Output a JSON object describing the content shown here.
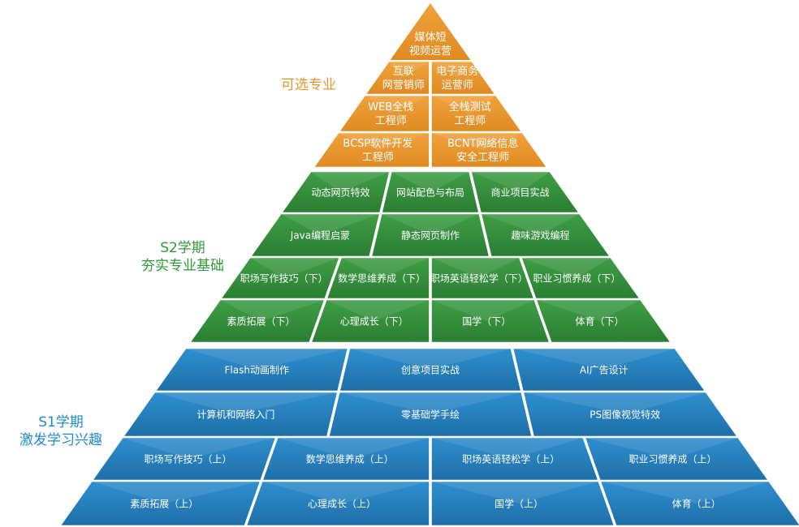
{
  "colors": {
    "orange": "#f0a23c",
    "orange_dark": "#e08a22",
    "green": "#3f9e45",
    "green_dark": "#2a7e33",
    "blue": "#2f8fcf",
    "blue_dark": "#1e6fa8",
    "orange_label": "#e8962c",
    "green_label": "#2f9a3a",
    "blue_label": "#1f8bcc"
  },
  "labels": {
    "orange": [
      "可选专业"
    ],
    "green": [
      "S2学期",
      "夯实专业基础"
    ],
    "blue": [
      "S1学期",
      "激发学习兴趣"
    ]
  },
  "rows": [
    {
      "color": "orange",
      "cells": [
        [
          "媒体短",
          "视频运营"
        ]
      ]
    },
    {
      "color": "orange",
      "cells": [
        [
          "互联",
          "网营销师"
        ],
        [
          "电子商务",
          "运营师"
        ]
      ]
    },
    {
      "color": "orange",
      "cells": [
        [
          "WEB全栈",
          "工程师"
        ],
        [
          "全栈测试",
          "工程师"
        ]
      ]
    },
    {
      "color": "orange",
      "cells": [
        [
          "BCSP软件开发",
          "工程师"
        ],
        [
          "BCNT网络信息",
          "安全工程师"
        ]
      ]
    },
    {
      "color": "green",
      "cells": [
        [
          "动态网页特效"
        ],
        [
          "网站配色与布局"
        ],
        [
          "商业项目实战"
        ]
      ]
    },
    {
      "color": "green",
      "cells": [
        [
          "Java编程启蒙"
        ],
        [
          "静态网页制作"
        ],
        [
          "趣味游戏编程"
        ]
      ]
    },
    {
      "color": "green",
      "cells": [
        [
          "职场写作技巧（下）"
        ],
        [
          "数学思维养成（下）"
        ],
        [
          "职场英语轻松学（下）"
        ],
        [
          "职业习惯养成（下）"
        ]
      ]
    },
    {
      "color": "green",
      "cells": [
        [
          "素质拓展（下）"
        ],
        [
          "心理成长（下）"
        ],
        [
          "国学（下）"
        ],
        [
          "体育（下）"
        ]
      ]
    },
    {
      "color": "blue",
      "cells": [
        [
          "Flash动画制作"
        ],
        [
          "创意项目实战"
        ],
        [
          "AI广告设计"
        ]
      ]
    },
    {
      "color": "blue",
      "cells": [
        [
          "计算机和网络入门"
        ],
        [
          "零基础学手绘"
        ],
        [
          "PS图像视觉特效"
        ]
      ]
    },
    {
      "color": "blue",
      "cells": [
        [
          "职场写作技巧（上）"
        ],
        [
          "数学思维养成（上）"
        ],
        [
          "职场英语轻松学（上）"
        ],
        [
          "职业习惯养成（上）"
        ]
      ]
    },
    {
      "color": "blue",
      "cells": [
        [
          "素质拓展（上）"
        ],
        [
          "心理成长（上）"
        ],
        [
          "国学（上）"
        ],
        [
          "体育（上）"
        ]
      ]
    }
  ]
}
